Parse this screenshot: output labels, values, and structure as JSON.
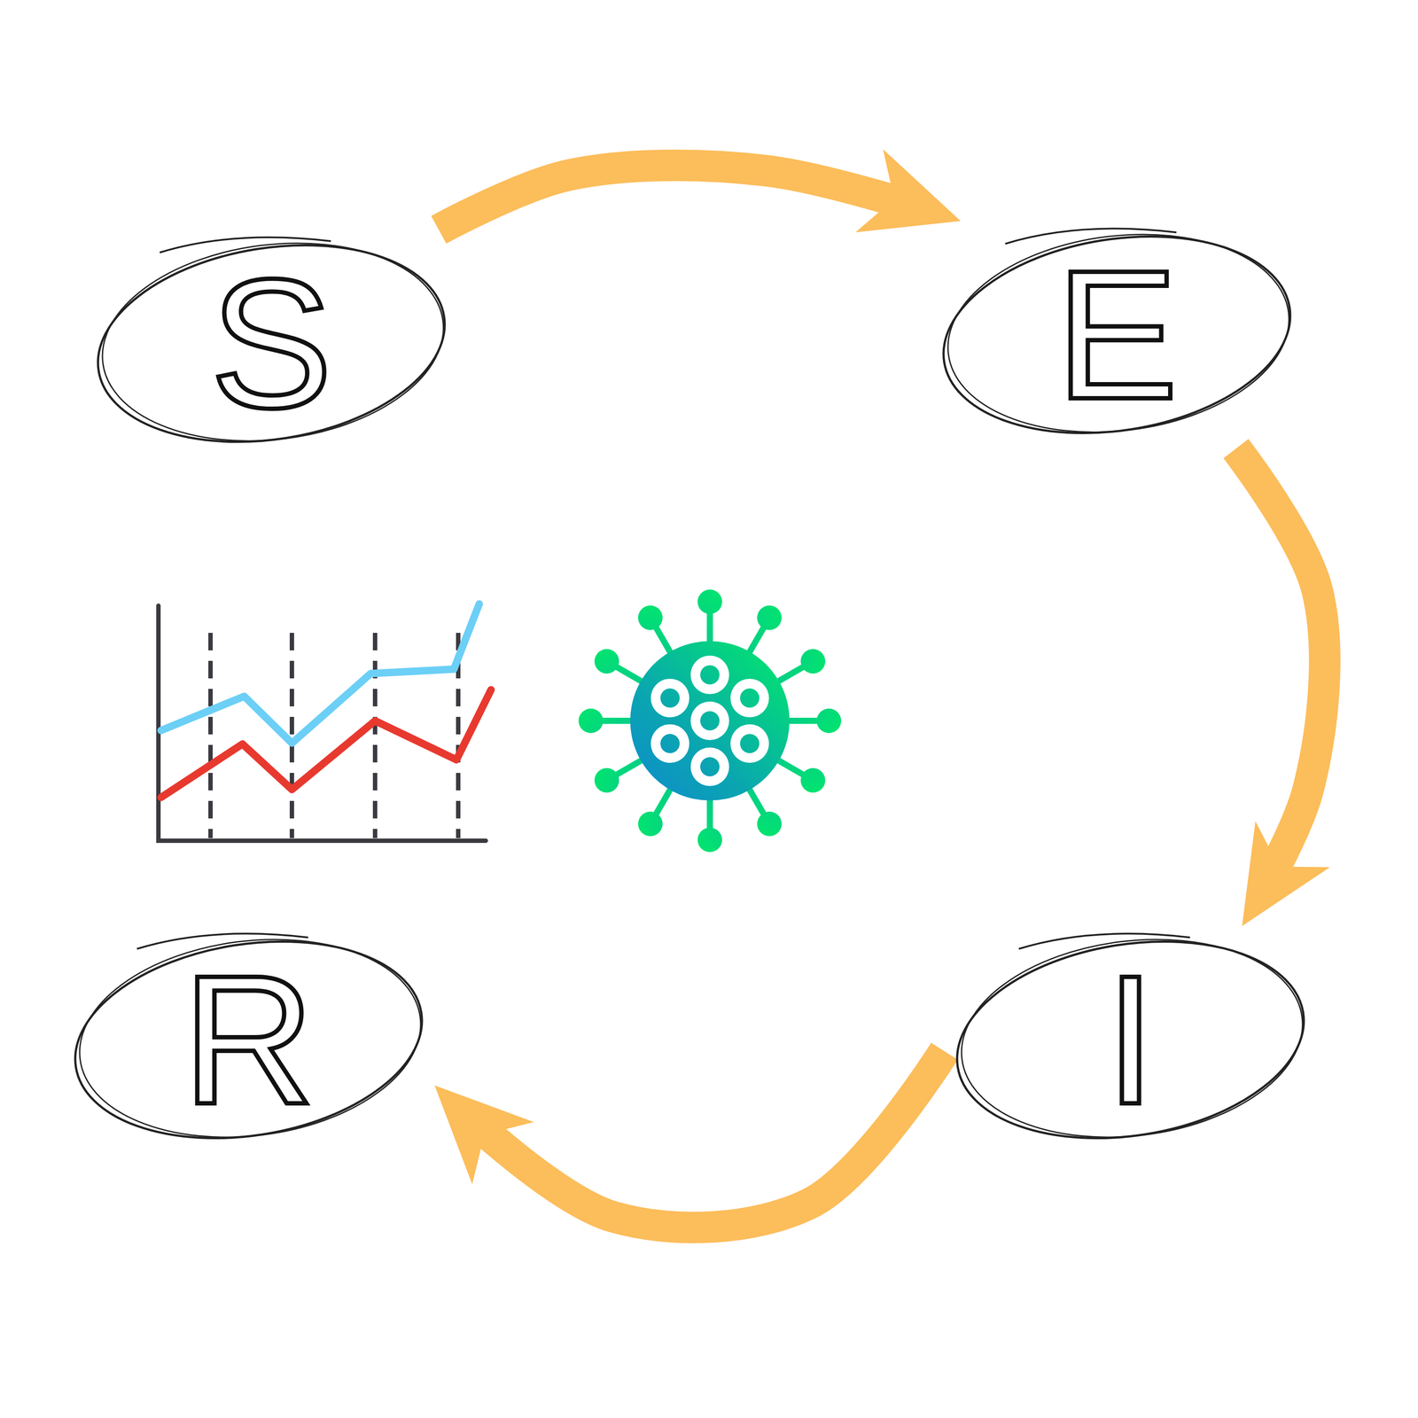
{
  "diagram": {
    "nodes": [
      {
        "text": [
          "S"
        ]
      },
      {
        "text": [
          "E"
        ]
      },
      {
        "text": [
          "I"
        ]
      },
      {
        "text": [
          "R"
        ]
      }
    ],
    "edges": [
      {
        "from": 0,
        "to": 1,
        "arrow": "to"
      },
      {
        "from": 1,
        "to": 2,
        "arrow": "to"
      },
      {
        "from": 2,
        "to": 3,
        "arrow": "to"
      }
    ]
  }
}
